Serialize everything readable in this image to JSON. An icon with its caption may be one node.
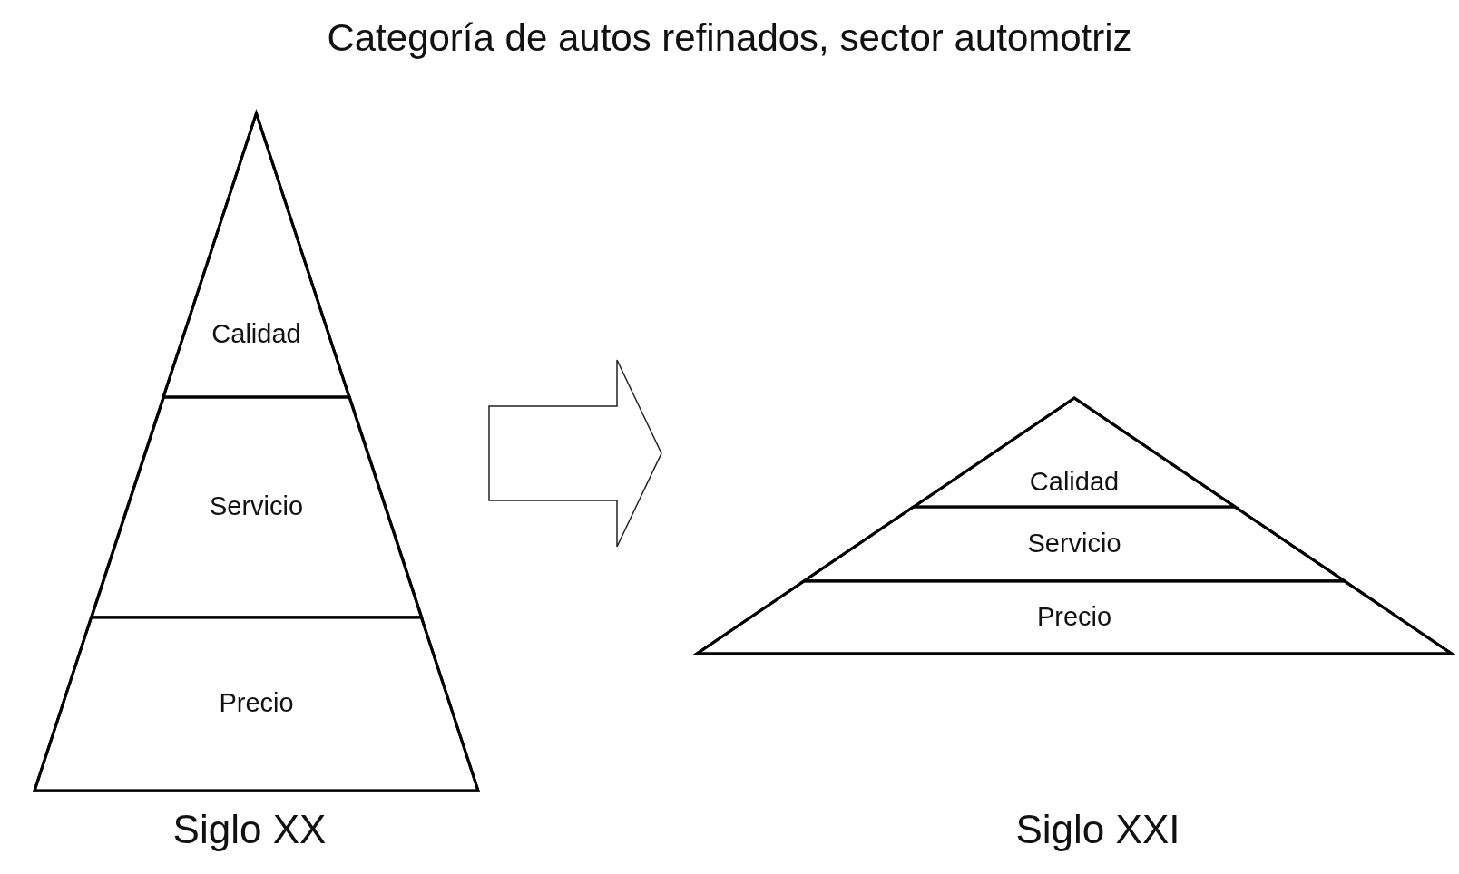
{
  "diagram": {
    "title": "Categoría de autos refinados, sector automotriz",
    "nodes": [
      {
        "text": [],
        "shape": "triangle",
        "beside": [
          "Siglo XX"
        ]
      },
      {
        "text": [
          "Calidad"
        ],
        "in": 0
      },
      {
        "text": [
          "Servicio"
        ],
        "in": 0
      },
      {
        "text": [
          "Precio"
        ],
        "in": 0
      },
      {
        "text": [],
        "shape": "triangle"
      },
      {
        "text": [
          "Calidad"
        ],
        "in": 4
      },
      {
        "text": [
          "Servicio"
        ],
        "in": 4
      },
      {
        "text": [
          "Precio"
        ],
        "in": 4
      }
    ],
    "edges": [
      {
        "from": 0,
        "to": 4,
        "arrow": "to",
        "style": "thick"
      }
    ],
    "labels": [
      "Siglo XXI"
    ]
  }
}
